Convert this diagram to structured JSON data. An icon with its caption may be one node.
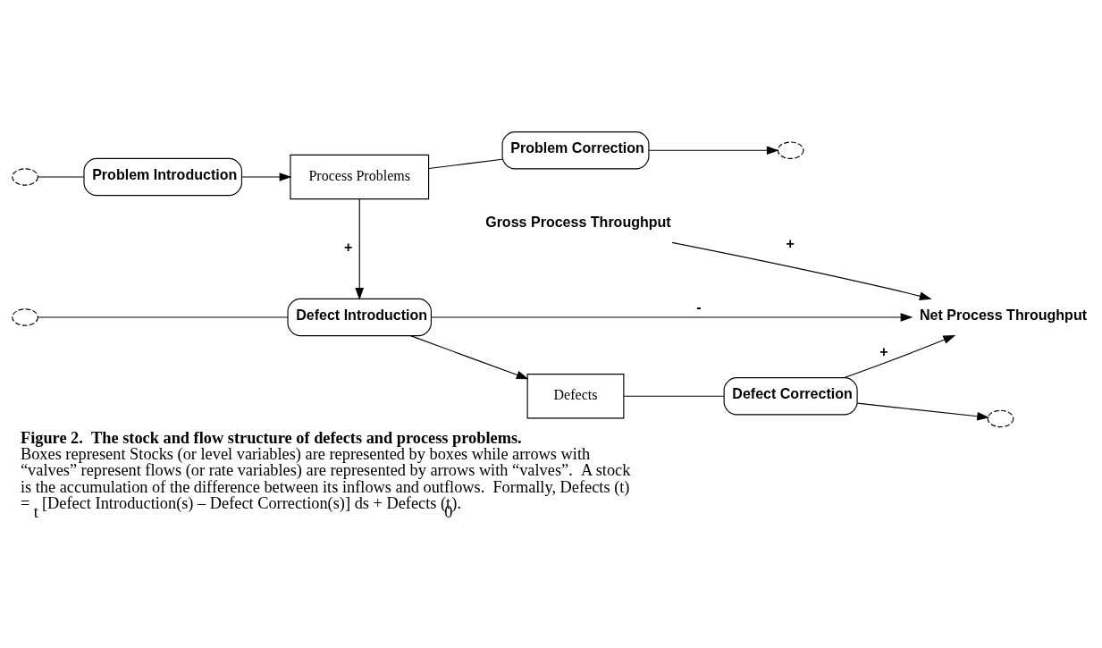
{
  "diagram": {
    "caption": "**Figure 2.  The stock and flow structure of defects and process problems.** Boxes represent Stocks (or level variables) are represented by boxes while arrows with “valves” represent flows (or rate variables) are represented by arrows with “valves”.  A stock is the accumulation of the difference between its inflows and outflows.  Formally, Defects (t) = $_{t}$ [Defect Introduction(s) – Defect Correction(s)] ds + Defects (t$_{0}$).",
    "nodes": [
      {
        "text": [],
        "shape": "cloud"
      },
      {
        "text": [
          "Problem Introduction"
        ]
      },
      {
        "text": [
          "Process Problems"
        ]
      },
      {
        "text": [
          "Problem Correction"
        ]
      },
      {
        "text": [],
        "shape": "cloud"
      },
      {
        "text": [],
        "shape": "cloud"
      },
      {
        "text": [
          "Defect Introduction"
        ]
      },
      {
        "text": [
          "Defects"
        ]
      },
      {
        "text": [
          "Defect Correction"
        ]
      },
      {
        "text": [],
        "shape": "cloud"
      },
      {
        "text": [
          "Net Process Throughput"
        ]
      },
      {
        "text": [
          "Gross Process Throughput"
        ]
      }
    ],
    "edges": [
      {
        "from": 0,
        "to": 1,
        "arrow": "none"
      },
      {
        "from": 1,
        "to": 2,
        "arrow": "to"
      },
      {
        "from": 2,
        "to": 3,
        "arrow": "none"
      },
      {
        "from": 3,
        "to": 4,
        "arrow": "to"
      },
      {
        "from": 5,
        "to": 6,
        "arrow": "none"
      },
      {
        "from": 6,
        "to": 7,
        "arrow": "to"
      },
      {
        "from": 7,
        "to": 8,
        "arrow": "none"
      },
      {
        "from": 8,
        "to": 9,
        "arrow": "to"
      },
      {
        "from": 2,
        "to": 6,
        "arrow": "to",
        "label": "+"
      },
      {
        "from": 6,
        "to": 10,
        "arrow": "to",
        "label": "-"
      },
      {
        "from": 8,
        "to": 10,
        "arrow": "to",
        "label": "+"
      },
      {
        "from": 11,
        "to": 10,
        "arrow": "to",
        "label": "+"
      }
    ]
  }
}
